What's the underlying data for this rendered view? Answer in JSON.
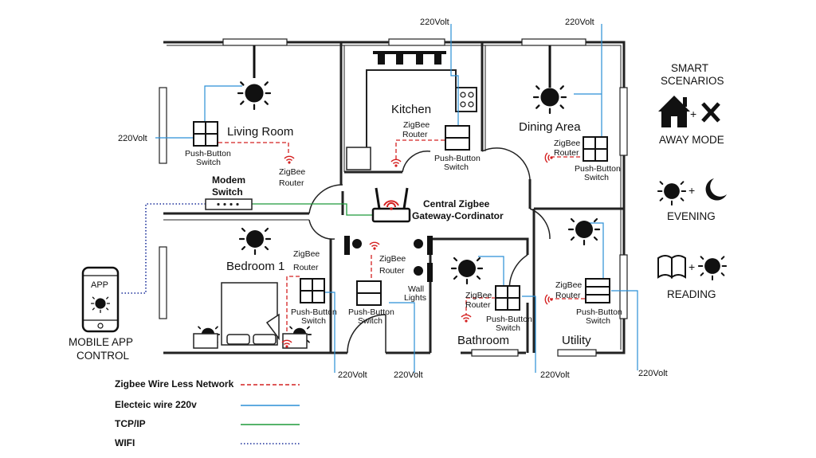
{
  "rooms": {
    "living_room": "Living Room",
    "kitchen": "Kitchen",
    "dining_area": "Dining Area",
    "bedroom": "Bedroom 1",
    "bathroom": "Bathroom",
    "utility": "Utility"
  },
  "labels": {
    "volt": "220Volt",
    "push_button": "Push-Button",
    "switch": "Switch",
    "zigbee": "ZigBee",
    "router": "Router",
    "modem": "Modem",
    "modem_switch": "Switch",
    "gateway_line1": "Central Zigbee",
    "gateway_line2": "Gateway-Cordinator",
    "wall": "Wall",
    "lights": "Lights",
    "app": "APP",
    "mobile_line1": "MOBILE APP",
    "mobile_line2": "CONTROL"
  },
  "scenarios": {
    "title_line1": "SMART",
    "title_line2": "SCENARIOS",
    "away": "AWAY MODE",
    "evening": "EVENING",
    "reading": "READING"
  },
  "legend": [
    {
      "label": "Zigbee  Wire Less Network",
      "color": "#d42020",
      "style": "dashed"
    },
    {
      "label": "Electeic wire 220v",
      "color": "#2a8fd6",
      "style": "solid"
    },
    {
      "label": "TCP/IP",
      "color": "#1e9a3a",
      "style": "solid"
    },
    {
      "label": "WIFI",
      "color": "#1a2f9a",
      "style": "dotted"
    }
  ],
  "colors": {
    "zigbee": "#d42020",
    "electric": "#2a8fd6",
    "tcpip": "#1e9a3a",
    "wifi": "#1a2f9a",
    "wall": "#222222"
  }
}
